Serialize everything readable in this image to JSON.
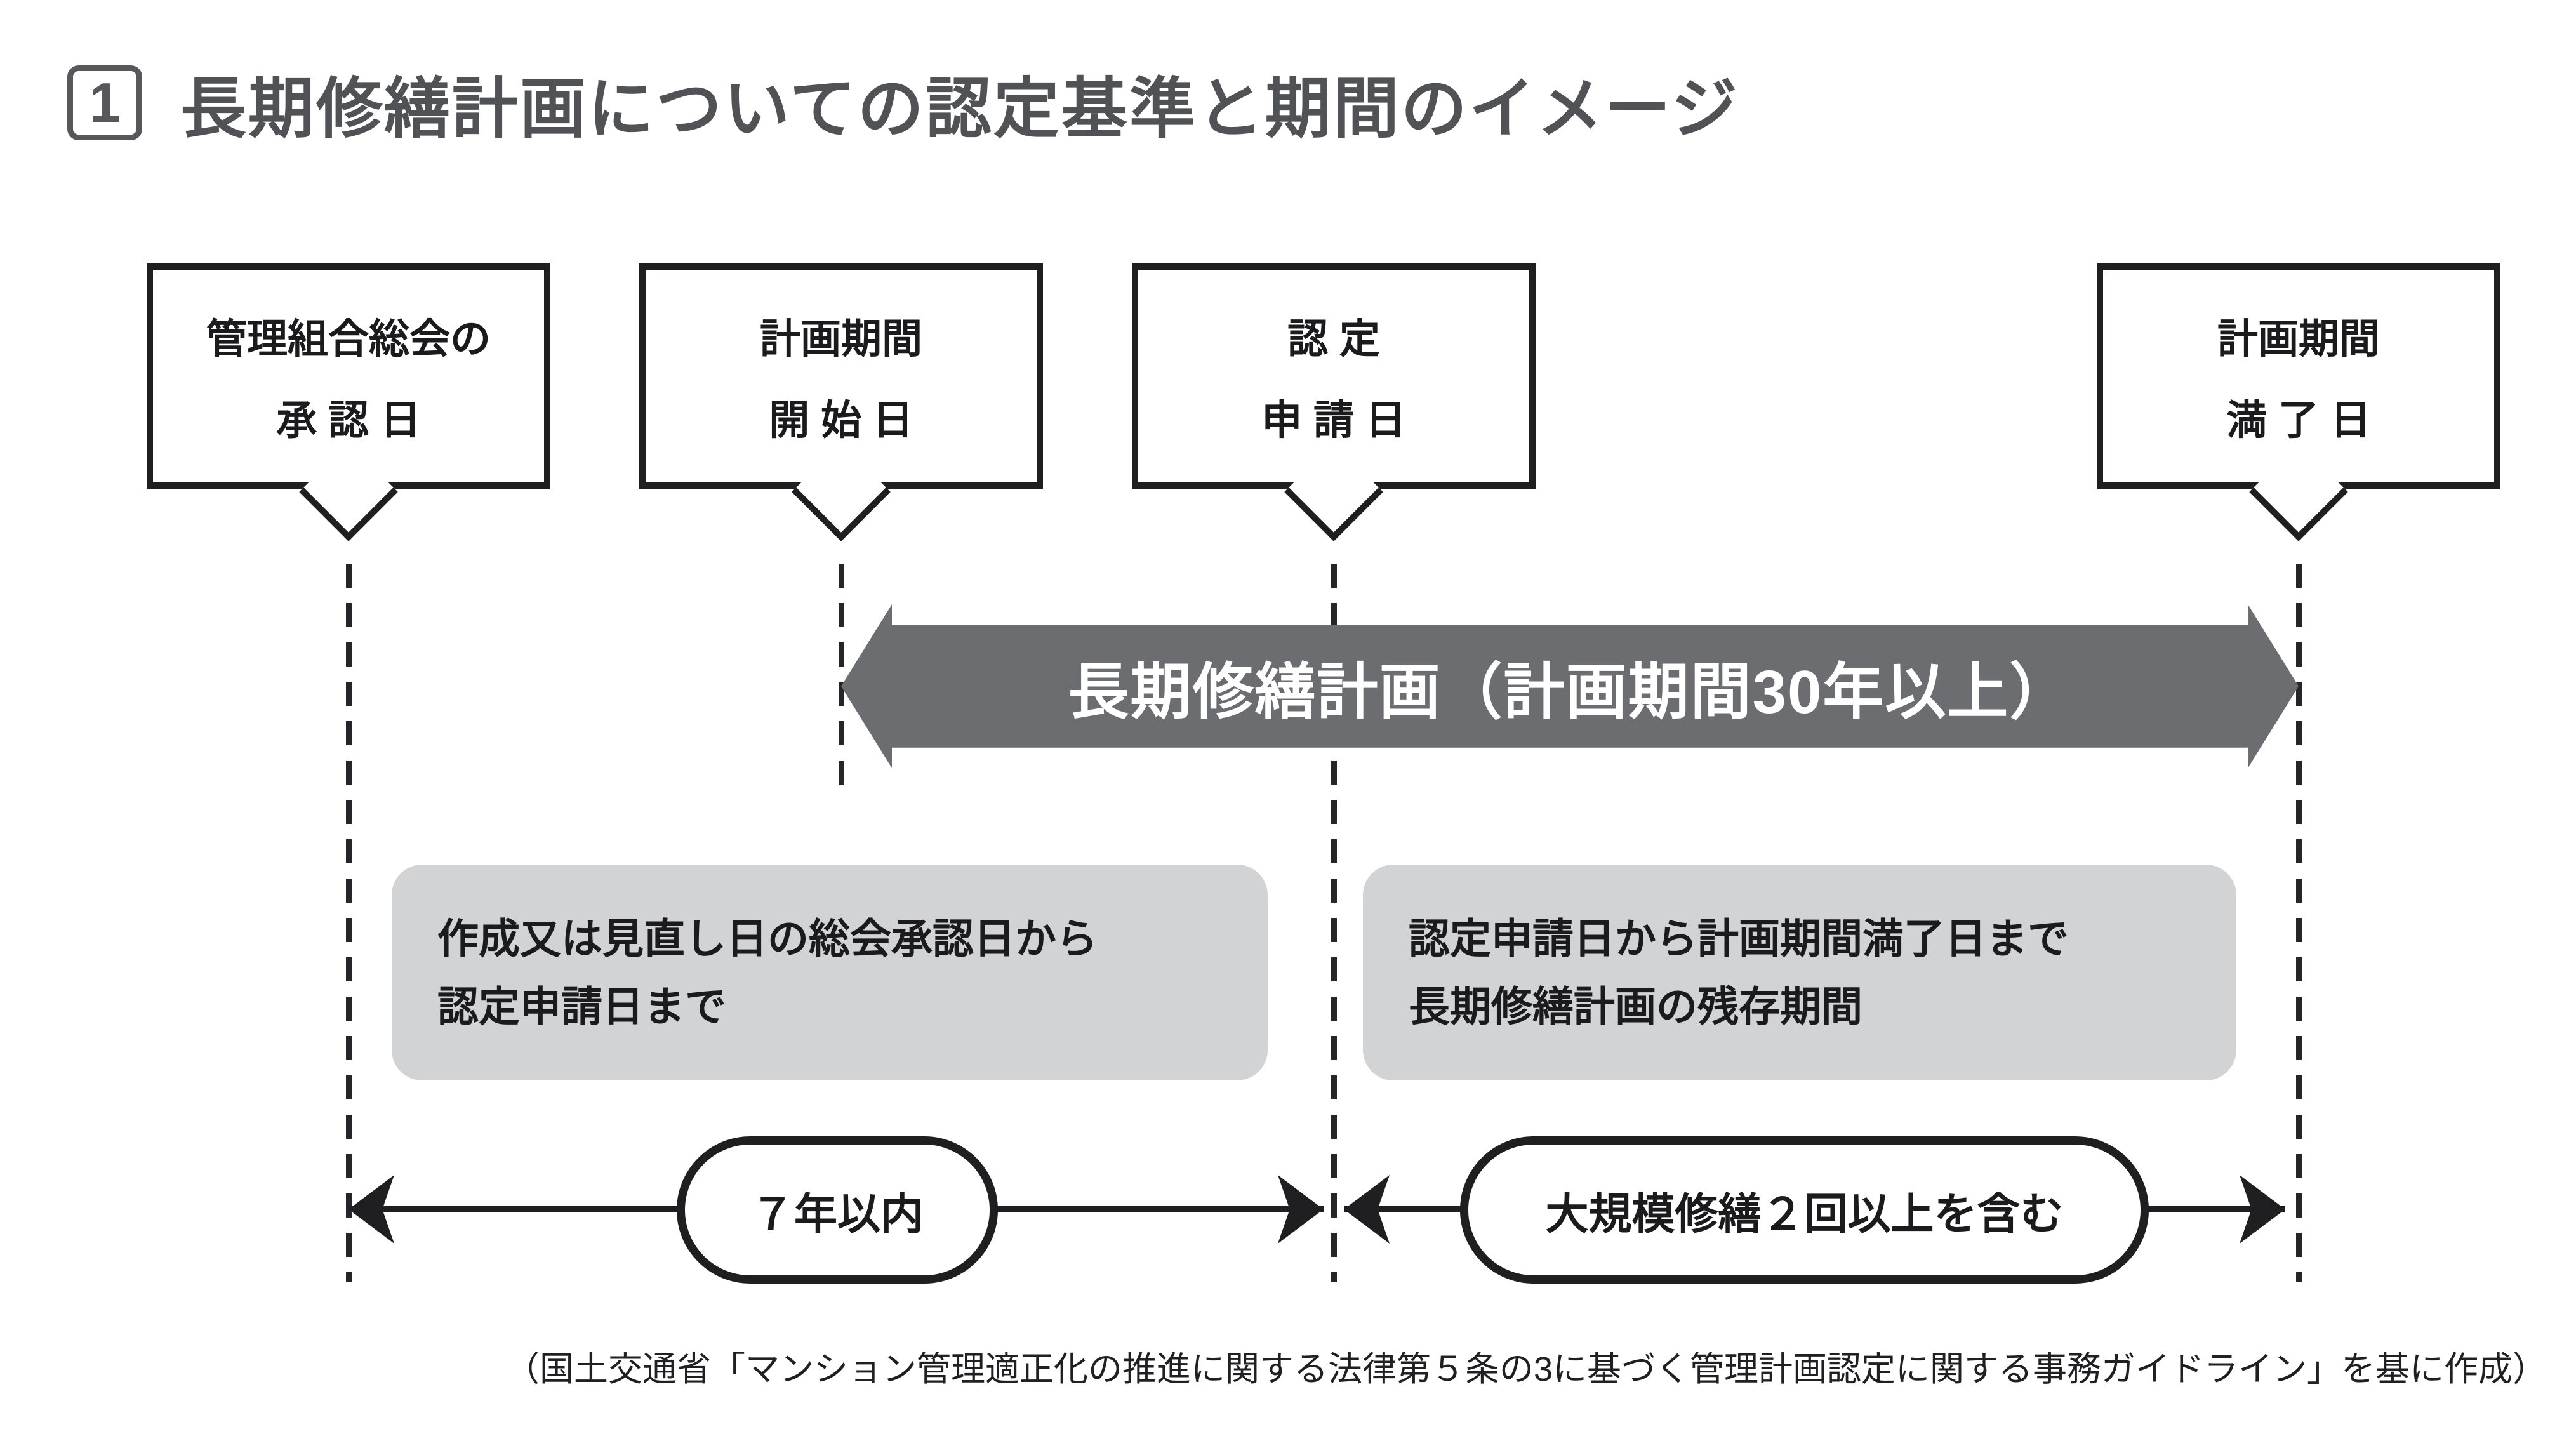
{
  "title": {
    "number": "1",
    "text": "長期修繕計画についての認定基準と期間のイメージ"
  },
  "callouts": [
    {
      "line1": "管理組合総会の",
      "line2": "承 認 日"
    },
    {
      "line1": "計画期間",
      "line2": "開 始 日"
    },
    {
      "line1": "認 定",
      "line2": "申 請 日"
    },
    {
      "line1": "計画期間",
      "line2": "満 了 日"
    }
  ],
  "main_arrow": {
    "label": "長期修繕計画（計画期間30年以上）"
  },
  "period_notes": [
    {
      "line1": "作成又は見直し日の総会承認日から",
      "line2": "認定申請日まで"
    },
    {
      "line1": "認定申請日から計画期間満了日まで",
      "line2": "長期修繕計画の残存期間"
    }
  ],
  "spans": [
    {
      "label": "７年以内"
    },
    {
      "label": "大規模修繕２回以上を含む"
    }
  ],
  "source_note": "（国土交通省「マンション管理適正化の推進に関する法律第５条の3に基づく管理計画認定に関する事務ガイドライン」を基に作成）",
  "colors": {
    "ink": "#1f1f21",
    "band_gray": "#6c6d71",
    "note_gray": "#d2d3d5",
    "title_gray": "#515256"
  }
}
